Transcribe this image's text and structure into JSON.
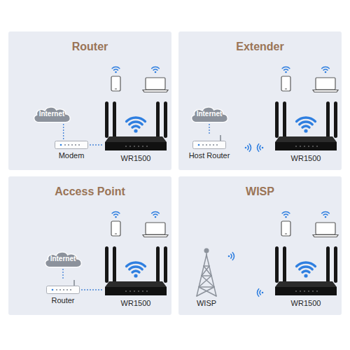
{
  "diagram": {
    "nodes": [
      {
        "text": [
          "Router"
        ]
      },
      {
        "text": [
          "Internet"
        ],
        "in": 0
      },
      {
        "text": [
          "Modem"
        ],
        "in": 0
      },
      {
        "text": [
          "WR1500"
        ],
        "in": 0
      },
      {
        "text": [
          "Extender"
        ]
      },
      {
        "text": [
          "Internet"
        ],
        "in": 4
      },
      {
        "text": [
          "Host Router"
        ],
        "in": 4
      },
      {
        "text": [
          "WR1500"
        ],
        "in": 4
      },
      {
        "text": [
          "Access Point"
        ]
      },
      {
        "text": [
          "Internet"
        ],
        "in": 8
      },
      {
        "text": [
          "Router"
        ],
        "in": 8
      },
      {
        "text": [
          "WR1500"
        ],
        "in": 8
      },
      {
        "text": [
          "WISP"
        ]
      },
      {
        "text": [
          "WISP"
        ],
        "in": 12
      },
      {
        "text": [
          "WR1500"
        ],
        "in": 12
      }
    ],
    "edges": [
      {
        "from": 1,
        "to": 2,
        "arrow": "none"
      },
      {
        "from": 2,
        "to": 3,
        "arrow": "none"
      },
      {
        "from": 5,
        "to": 6,
        "arrow": "none"
      },
      {
        "from": 9,
        "to": 10,
        "arrow": "none"
      },
      {
        "from": 10,
        "to": 11,
        "arrow": "none"
      }
    ]
  }
}
